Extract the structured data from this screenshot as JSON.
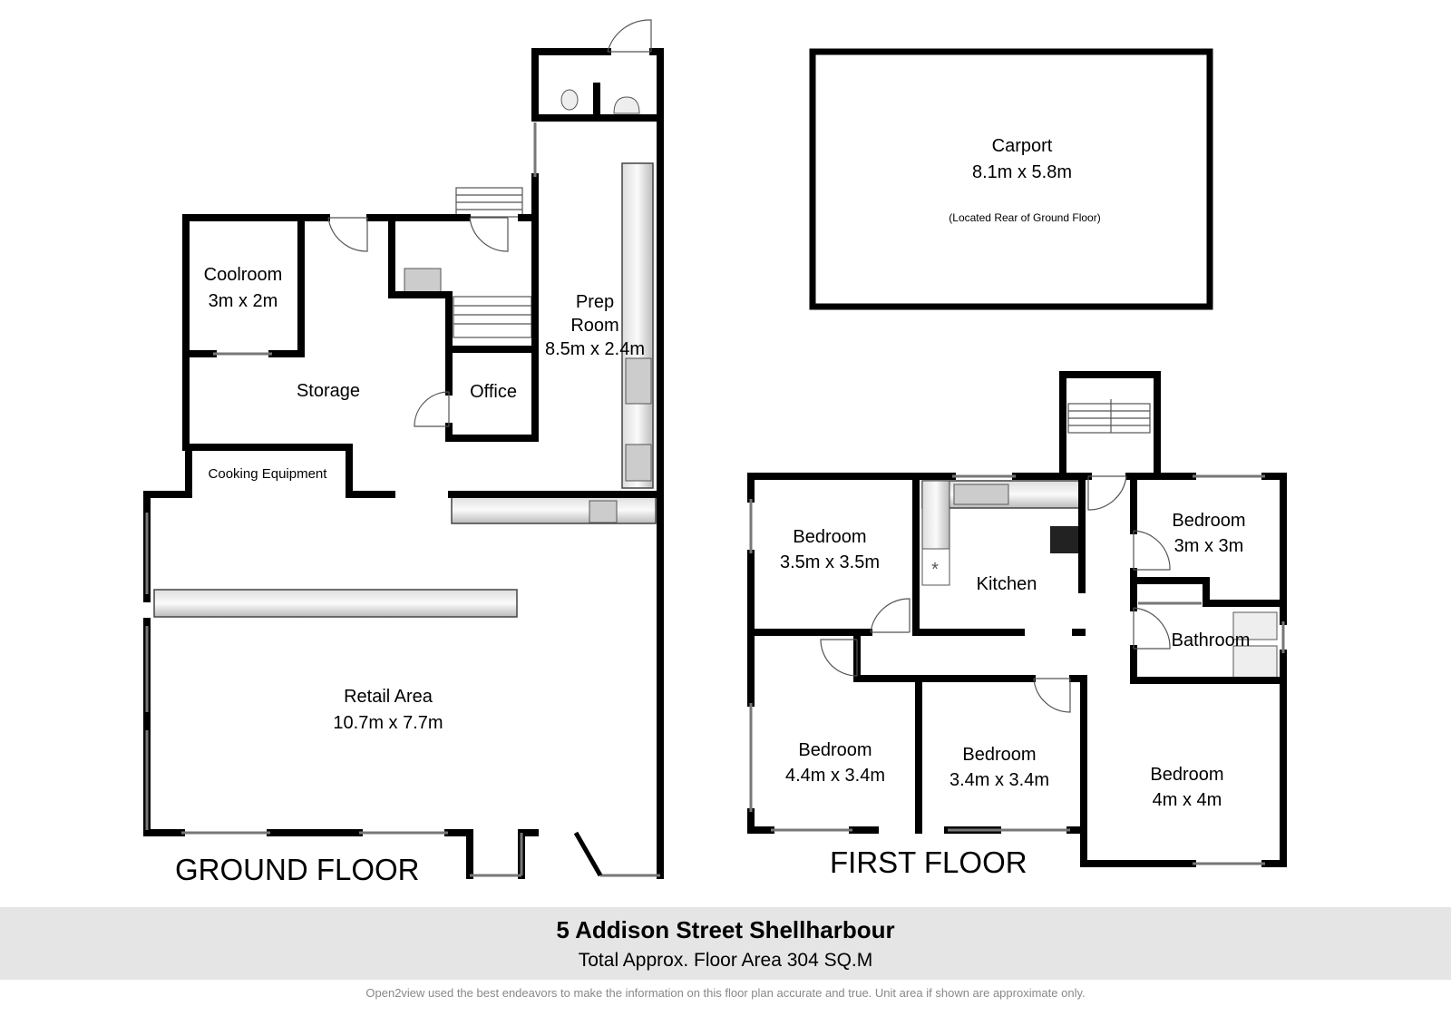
{
  "ground_floor": {
    "title": "GROUND FLOOR",
    "rooms": {
      "coolroom": {
        "name": "Coolroom",
        "size": "3m x 2m"
      },
      "storage": {
        "name": "Storage"
      },
      "office": {
        "name": "Office"
      },
      "prep_room": {
        "name_line1": "Prep",
        "name_line2": "Room",
        "size": "8.5m x 2.4m"
      },
      "cooking_equipment": {
        "name": "Cooking Equipment"
      },
      "retail_area": {
        "name": "Retail Area",
        "size": "10.7m x 7.7m"
      }
    }
  },
  "carport": {
    "name": "Carport",
    "size": "8.1m x 5.8m",
    "note": "(Located Rear of Ground Floor)"
  },
  "first_floor": {
    "title": "FIRST FLOOR",
    "rooms": {
      "bedroom_1": {
        "name": "Bedroom",
        "size": "3.5m x 3.5m"
      },
      "kitchen": {
        "name": "Kitchen"
      },
      "bedroom_2": {
        "name": "Bedroom",
        "size": "3m x 3m"
      },
      "bathroom": {
        "name": "Bathroom"
      },
      "bedroom_3": {
        "name": "Bedroom",
        "size": "4.4m x 3.4m"
      },
      "bedroom_4": {
        "name": "Bedroom",
        "size": "3.4m x 3.4m"
      },
      "bedroom_5": {
        "name": "Bedroom",
        "size": "4m x 4m"
      }
    }
  },
  "footer": {
    "address": "5 Addison Street Shellharbour",
    "total_area": "Total Approx. Floor Area 304 SQ.M",
    "disclaimer": "Open2view used the best endeavors to make the information on this floor plan accurate and true. Unit area if shown are approximate only."
  }
}
